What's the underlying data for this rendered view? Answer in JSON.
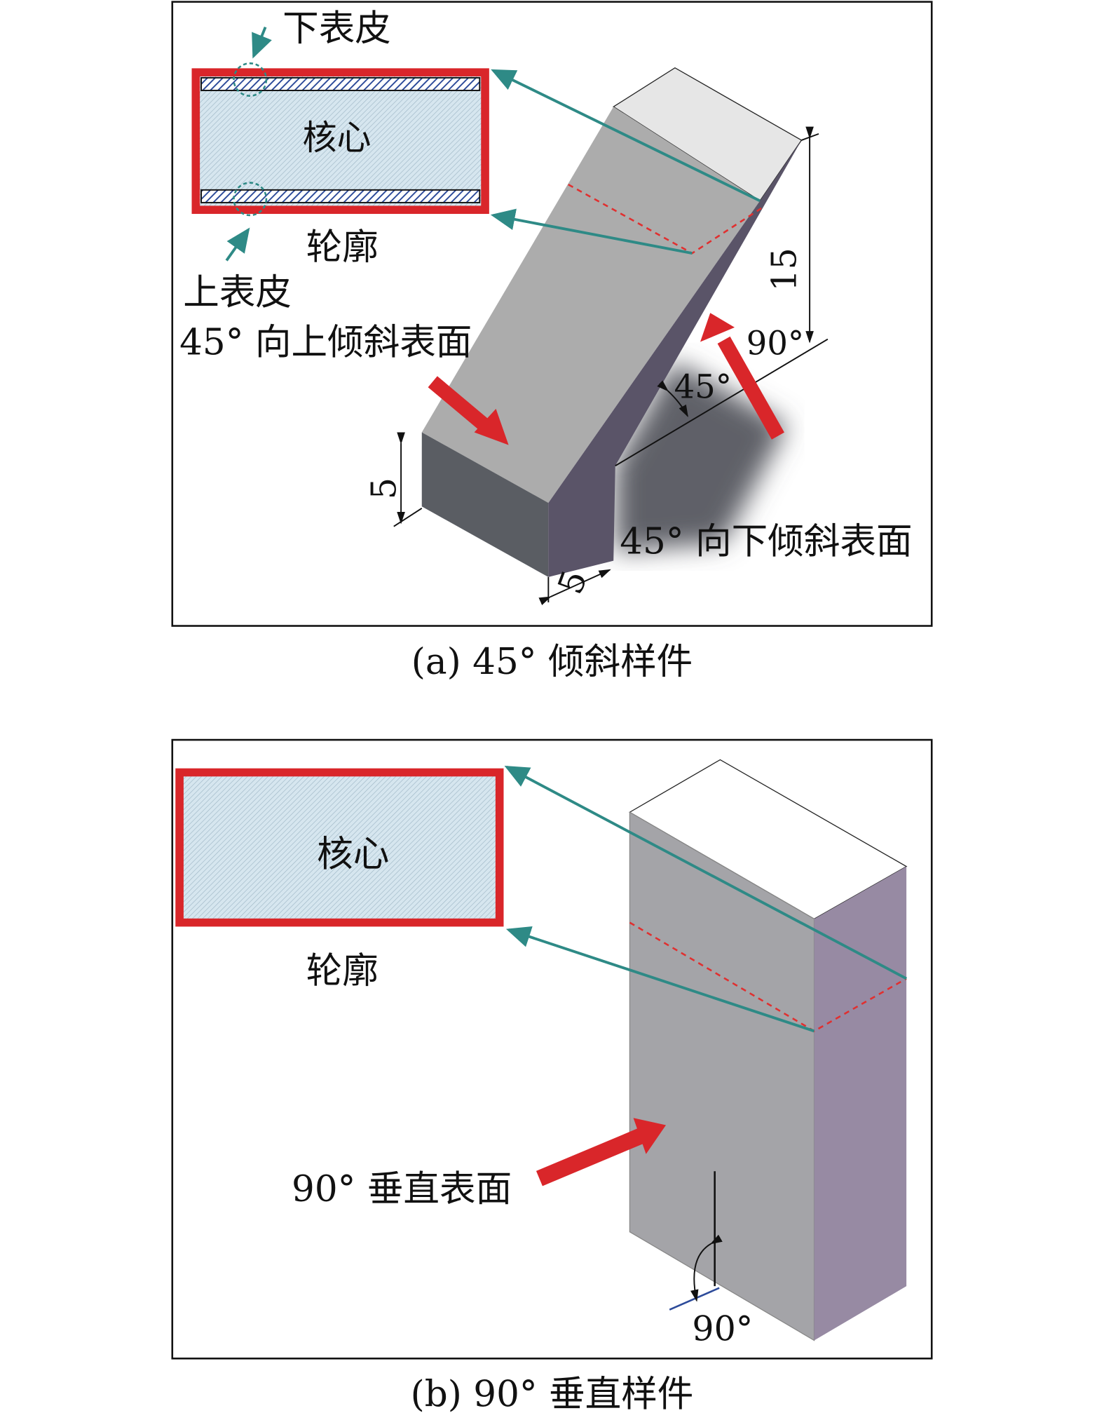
{
  "panel_a": {
    "caption": "(a) 45° 倾斜样件",
    "core_label": "核心",
    "contour_label": "轮廓",
    "lower_skin_label": "下表皮",
    "upper_skin_label": "上表皮",
    "upward_surface_label": "45° 向上倾斜表面",
    "downward_surface_label": "45° 向下倾斜表面",
    "dim_height": "15",
    "dim_base_height": "5",
    "dim_base_width": "5",
    "angle_90": "90°",
    "angle_45": "45°"
  },
  "panel_b": {
    "caption": "(b) 90° 垂直样件",
    "core_label": "核心",
    "contour_label": "轮廓",
    "vertical_surface_label": "90° 垂直表面",
    "angle_90": "90°"
  },
  "colors": {
    "red": "#d9262a",
    "teal": "#2e8a86",
    "face_light": "#acacac",
    "side_dark": "#5a5468",
    "side_purple": "#978aa3"
  }
}
